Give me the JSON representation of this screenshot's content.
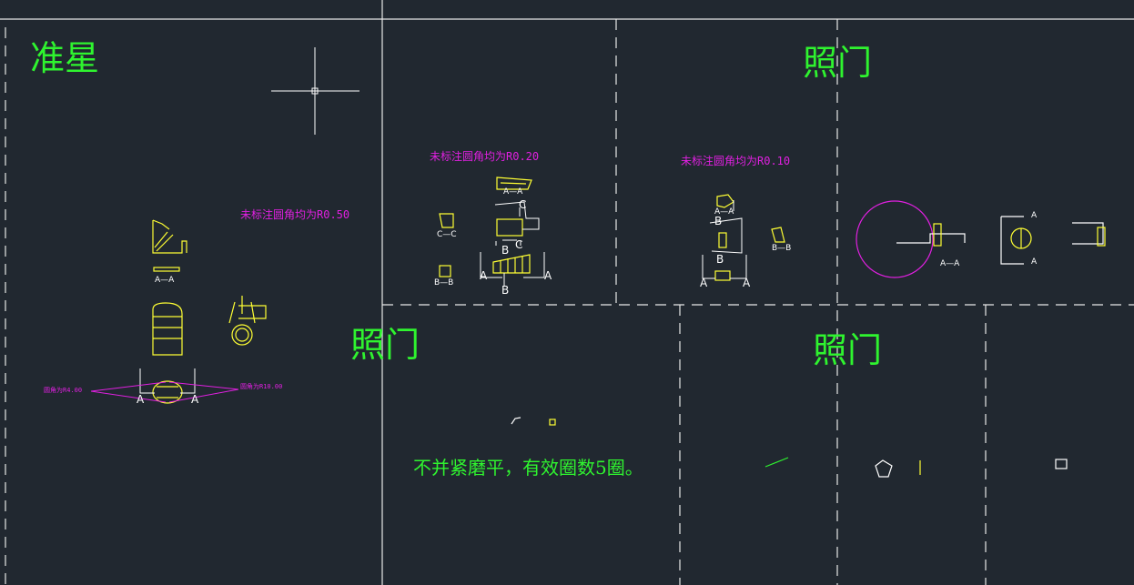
{
  "colors": {
    "background": "#212830",
    "frame_line": "#e8e8e8",
    "geometry": "#ffff33",
    "title_text": "#2ff42f",
    "note_text": "#e020e0",
    "crosshair": "#ffffff",
    "circle": "#e020e0"
  },
  "titles": {
    "front_sight": "准星",
    "rear_sight_top": "照门",
    "rear_sight_middle": "照门",
    "rear_sight_lower": "照门"
  },
  "notes": {
    "fillet_r050": "未标注圆角均为R0.50",
    "fillet_r020": "未标注圆角均为R0.20",
    "fillet_r010": "未标注圆角均为R0.10",
    "fillet_r4": "圆角为R4.00",
    "fillet_r10": "圆角为R10.00",
    "spring_note": "不并紧磨平，有效圈数5圈。"
  },
  "section_labels": {
    "aa": "A—A",
    "bb": "B—B",
    "cc": "C—C",
    "a": "A",
    "b": "B",
    "c": "C"
  },
  "icons": {
    "cursor": "crosshair-cursor-icon"
  }
}
